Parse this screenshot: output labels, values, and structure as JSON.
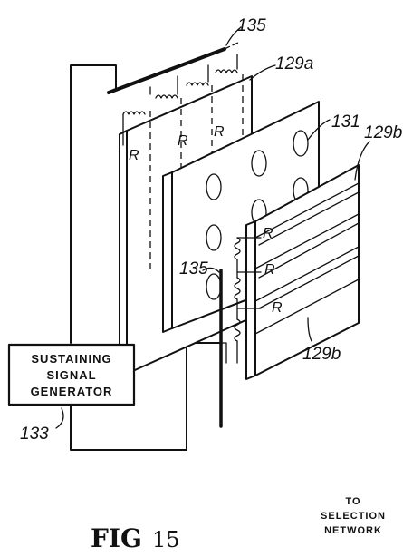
{
  "figure": {
    "caption": {
      "fig": "FIG",
      "number": "15"
    },
    "labels": {
      "ref_135_top": "135",
      "ref_129a": "129a",
      "ref_131": "131",
      "ref_129b_top": "129b",
      "ref_129b_bottom": "129b",
      "ref_135_mid": "135",
      "ref_133": "133",
      "r1": "R",
      "r2": "R",
      "r3": "R",
      "r4": "R",
      "r5": "R",
      "r6": "R"
    },
    "generator": {
      "line1": "SUSTAINING",
      "line2": "SIGNAL",
      "line3": "GENERATOR"
    },
    "output": {
      "line1": "TO",
      "line2": "SELECTION",
      "line3": "NETWORK"
    }
  }
}
